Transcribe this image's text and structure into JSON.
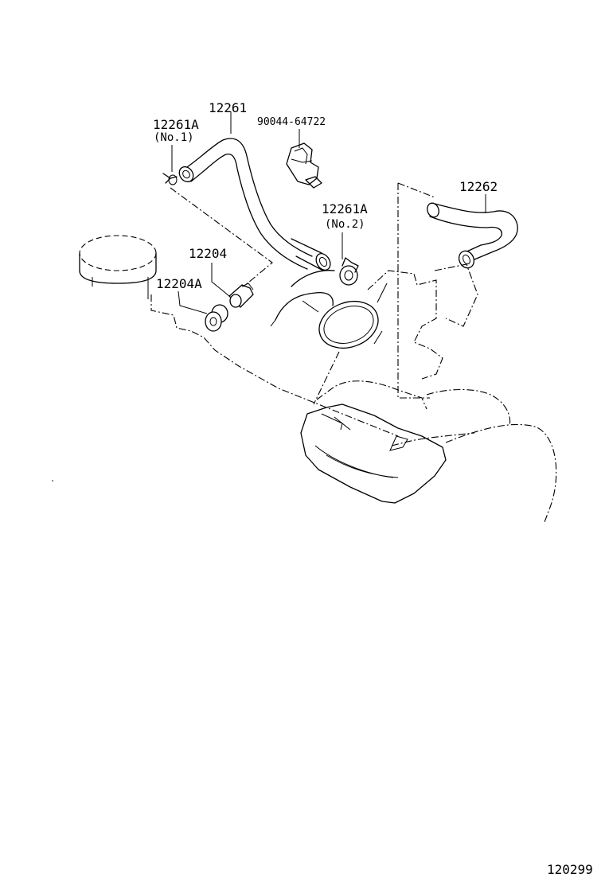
{
  "labels": {
    "hose_12261": "12261",
    "clamp_12261a_no1": "12261A",
    "clamp_12261a_no1_sub": "(No.1)",
    "clip_90044": "90044-64722",
    "clamp_12261a_no2": "12261A",
    "clamp_12261a_no2_sub": "(No.2)",
    "hose_12262": "12262",
    "valve_12204": "12204",
    "grommet_12204a": "12204A",
    "figure_number": "120299"
  },
  "colors": {
    "line": "#000000",
    "background": "#ffffff"
  }
}
